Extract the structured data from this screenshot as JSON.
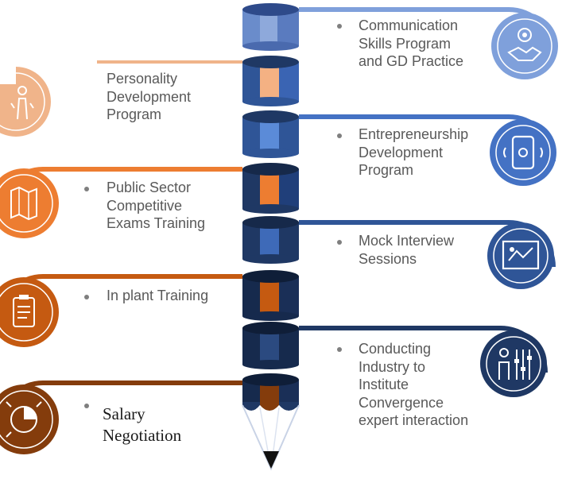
{
  "items": [
    {
      "id": "communication",
      "text": "Communication\nSkills Program\nand GD Practice",
      "side": "right",
      "bullet": true,
      "color": "#7FA0DB",
      "icon": "handshake-gear-icon"
    },
    {
      "id": "personality",
      "text": "Personality\nDevelopment\nProgram",
      "side": "left",
      "bullet": false,
      "color": "#F0B48A",
      "icon": "people-icon"
    },
    {
      "id": "entrepreneurship",
      "text": "Entrepreneurship\nDevelopment\nProgram",
      "side": "right",
      "bullet": true,
      "color": "#4472C4",
      "icon": "smartphone-icon"
    },
    {
      "id": "public-sector",
      "text": "Public Sector\nCompetitive\nExams Training",
      "side": "left",
      "bullet": true,
      "color": "#ED7D31",
      "icon": "map-icon"
    },
    {
      "id": "mock-interview",
      "text": "Mock Interview\nSessions",
      "side": "right",
      "bullet": true,
      "color": "#2F5597",
      "icon": "presentation-board-icon"
    },
    {
      "id": "in-plant",
      "text": "In plant Training",
      "side": "left",
      "bullet": true,
      "color": "#C55A11",
      "icon": "clipboard-icon"
    },
    {
      "id": "industry",
      "text": "Conducting\nIndustry to\nInstitute\nConvergence\nexpert interaction",
      "side": "right",
      "bullet": true,
      "color": "#1F3864",
      "icon": "person-controls-icon"
    },
    {
      "id": "salary",
      "text": "Salary\nNegotiation",
      "side": "left",
      "bullet": true,
      "color": "#843C0C",
      "icon": "pie-chart-icon"
    }
  ]
}
